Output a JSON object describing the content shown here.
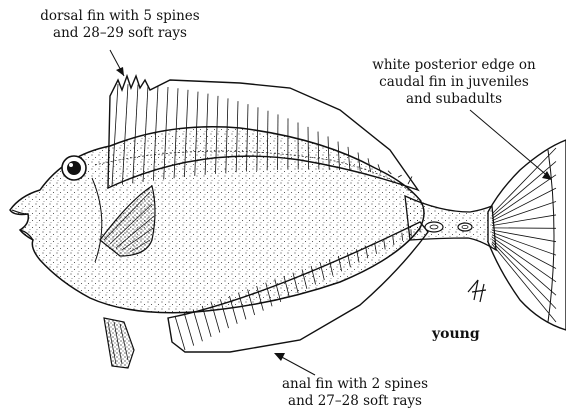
{
  "annotations": {
    "dorsal_fin": {
      "line1": "dorsal fin with 5 spines",
      "line2": "and 28–29 soft rays"
    },
    "caudal_fin": {
      "line1": "white posterior edge on",
      "line2": "caudal fin in juveniles",
      "line3": "and subadults"
    },
    "anal_fin": {
      "line1": "anal fin with 2 spines",
      "line2": "and 27–28 soft rays"
    }
  },
  "stage_label": "young",
  "colors": {
    "ink": "#111111",
    "background": "#ffffff"
  }
}
